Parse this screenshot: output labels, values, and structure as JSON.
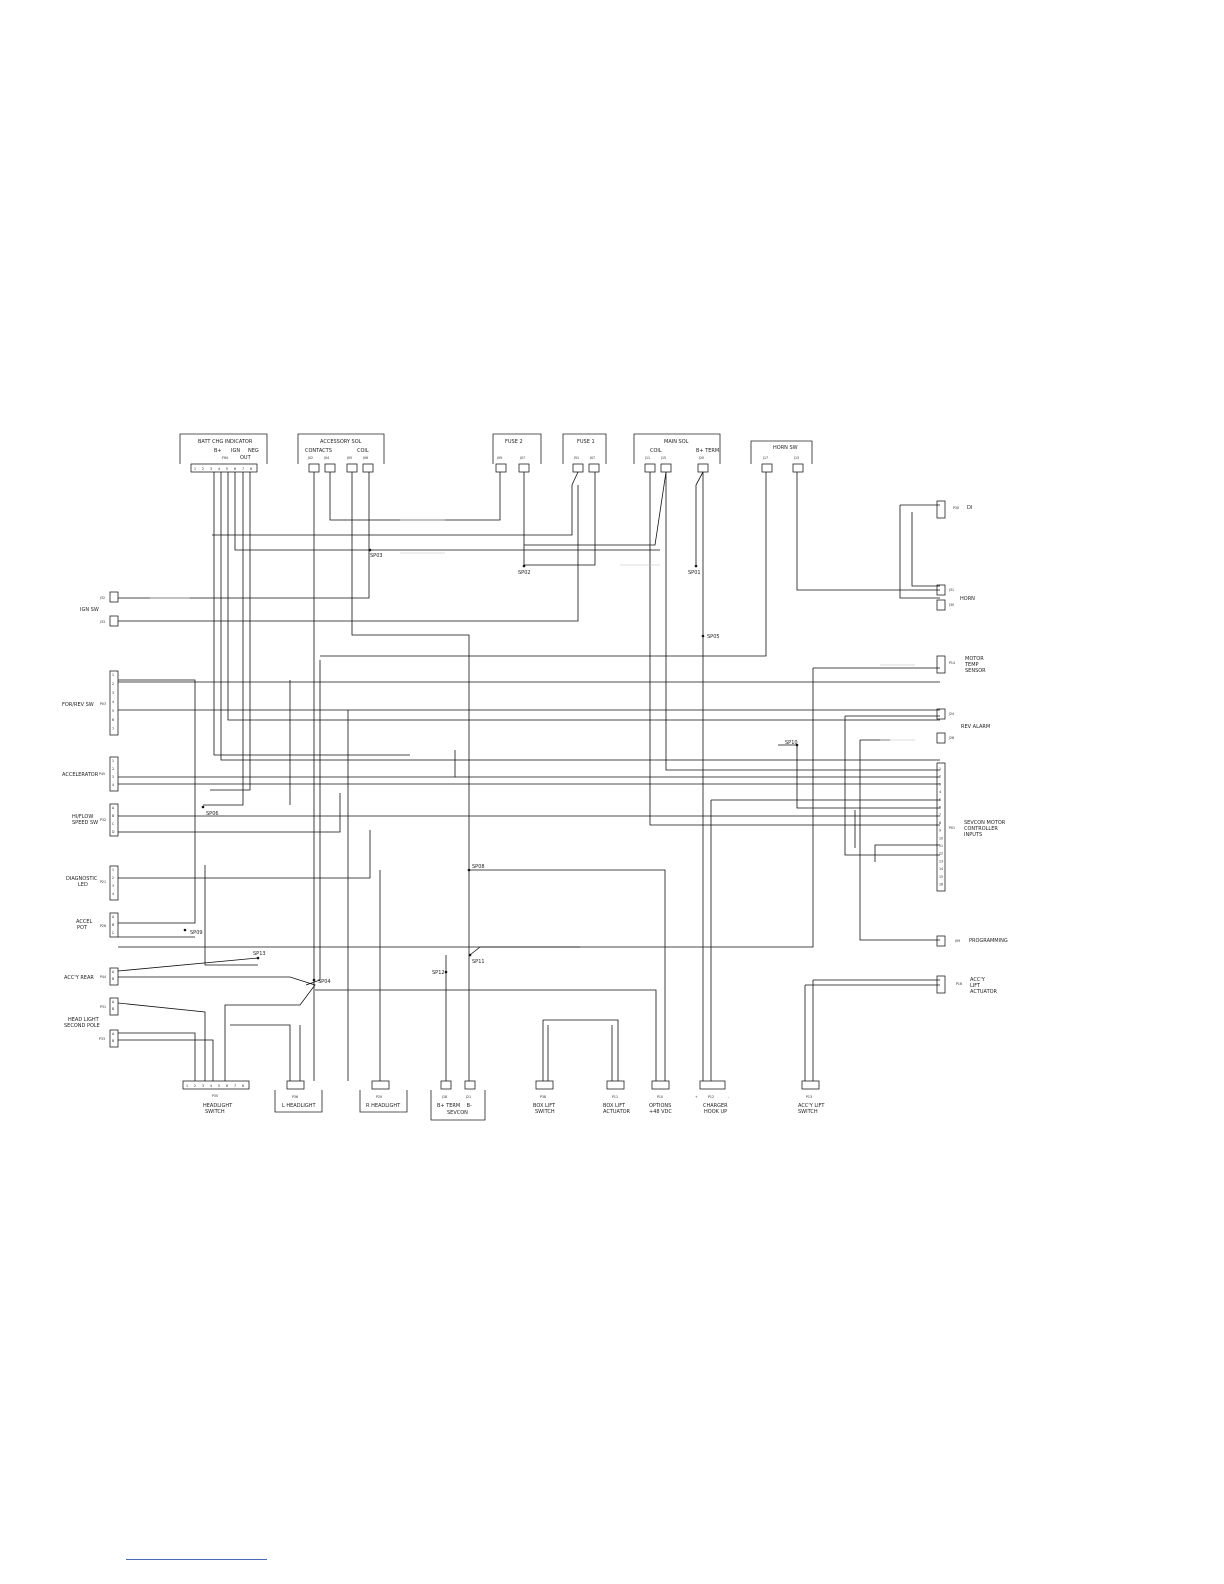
{
  "top_components": {
    "batt_chg": {
      "title": "BATT CHG INDICATOR",
      "sub": [
        "B+",
        "IGN",
        "NEG"
      ],
      "sub2": [
        "FIN",
        "OUT"
      ],
      "pins": [
        "1",
        "2",
        "3",
        "4",
        "5",
        "6",
        "7",
        "8"
      ]
    },
    "accessory_sol": {
      "title": "ACCESSORY SOL",
      "sub": [
        "CONTACTS",
        "COIL"
      ],
      "pins": [
        "J02",
        "J04",
        "J05",
        "J06"
      ]
    },
    "fuse2": {
      "title": "FUSE 2",
      "pins": [
        "J09",
        "J07"
      ]
    },
    "fuse1": {
      "title": "FUSE 1",
      "pins": [
        "J51",
        "J07"
      ]
    },
    "main_sol": {
      "title": "MAIN SOL",
      "sub": [
        "COIL",
        "B+ TERM"
      ],
      "pins": [
        "J11",
        "J15",
        "J20"
      ]
    },
    "horn_sw": {
      "title": "HORN SW",
      "pins": [
        "J17",
        "J13"
      ]
    }
  },
  "left_components": {
    "ign_sw": {
      "label": "IGN SW",
      "pins": [
        "J32",
        "J33"
      ]
    },
    "for_rev_sw": {
      "label": "FOR/REV SW",
      "ref": "P03",
      "pins": [
        "1",
        "2",
        "3",
        "4",
        "5",
        "6",
        "7"
      ]
    },
    "accelerator": {
      "label": "ACCELERATOR",
      "ref": "P45",
      "pins": [
        "1",
        "2",
        "3",
        "4"
      ]
    },
    "hi_flow_speed_sw": {
      "label": "HI/FLOW SPEED SW",
      "ref": "P32",
      "pins": [
        "A",
        "B",
        "C",
        "D"
      ]
    },
    "diagnostic_led": {
      "label": "DIAGNOSTIC LED",
      "ref": "P21",
      "pins": [
        "1",
        "2",
        "3",
        "4"
      ]
    },
    "accel_pot": {
      "label": "ACCEL POT",
      "ref": "P26",
      "pins": [
        "A",
        "B",
        "C"
      ]
    },
    "accy_rear": {
      "label": "ACC'Y REAR",
      "ref": "P44",
      "pins": [
        "A",
        "B"
      ]
    },
    "head_light_second_pole": {
      "label": "HEAD LIGHT SECOND POLE",
      "refs": [
        "P31",
        "P33"
      ],
      "pins": [
        "A",
        "B"
      ]
    }
  },
  "right_components": {
    "p30": {
      "label": "P30",
      "extra": "DI"
    },
    "horn": {
      "label": "HORN",
      "pins": [
        "J31",
        "J30"
      ]
    },
    "motor_temp": {
      "label": "MOTOR TEMP SENSOR",
      "ref": "P14"
    },
    "rev_alarm": {
      "label": "REV ALARM",
      "refs": [
        "J24",
        "J28"
      ]
    },
    "controller": {
      "label": "SEVCON MOTOR CONTROLLER INPUTS",
      "ref": "P01"
    },
    "programming": {
      "label": "PROGRAMMING",
      "ref": "J09"
    },
    "accy_lift_actuator": {
      "label": "ACC'Y LIFT ACTUATOR",
      "ref": "P16"
    }
  },
  "bottom_components": {
    "headlight_switch": {
      "label": "HEADLIGHT SWITCH",
      "ref": "P35",
      "pins": [
        "1",
        "2",
        "3",
        "4",
        "5",
        "6",
        "7",
        "8"
      ]
    },
    "l_headlight": {
      "label": "L HEADLIGHT",
      "ref": "P36"
    },
    "r_headlight": {
      "label": "R HEADLIGHT",
      "ref": "P20"
    },
    "sevcon": {
      "label_top": "B+ TERM    B-",
      "label": "SEVCON",
      "refs": [
        "J18",
        "J21"
      ]
    },
    "box_lift_switch": {
      "label": "BOX LIFT SWITCH",
      "ref": "P38"
    },
    "box_lift_actuator": {
      "label": "BOX LIFT ACTUATOR",
      "ref": "P11"
    },
    "options": {
      "label": "OPTIONS +48 VDC",
      "ref": "P10"
    },
    "charger": {
      "label": "CHARGER HOOK UP",
      "ref": "P12"
    },
    "accy_lift_switch": {
      "label": "ACC'Y LIFT SWITCH",
      "ref": "P13"
    }
  },
  "splices": [
    "SP01",
    "SP02",
    "SP03",
    "SP04",
    "SP05",
    "SP06",
    "SP08",
    "SP09",
    "SP10",
    "SP11",
    "SP12",
    "SP13"
  ]
}
